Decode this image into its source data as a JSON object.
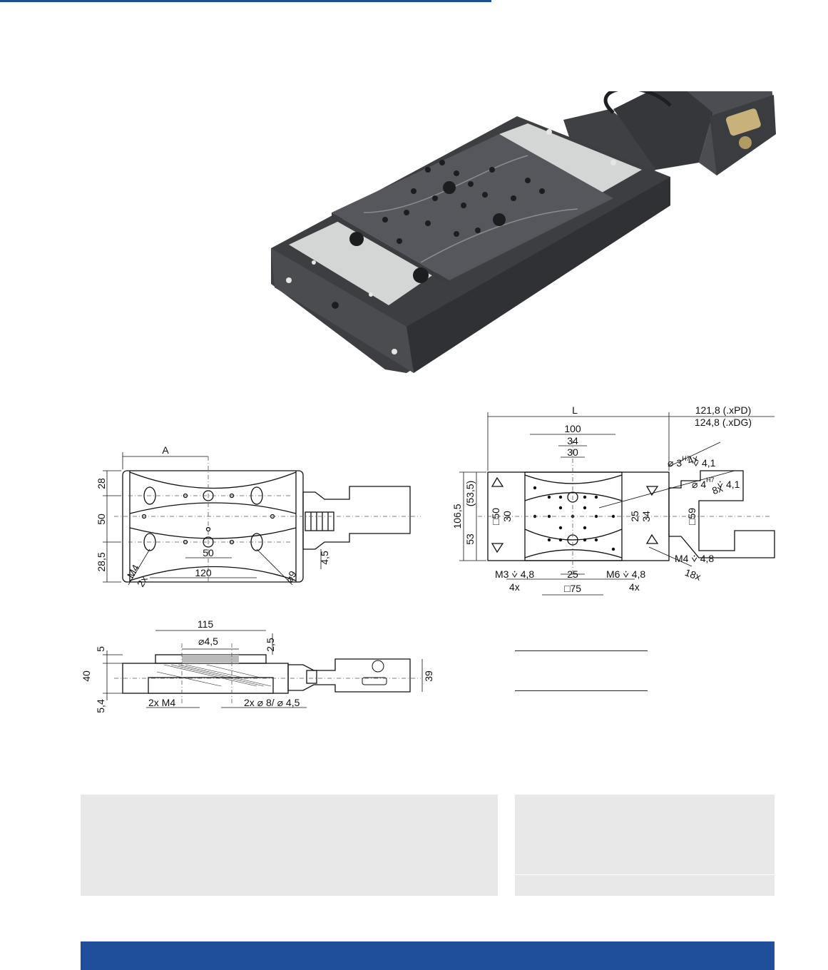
{
  "colors": {
    "accent": "#1f4e9a",
    "panel": "#e8e8e8",
    "stage": "#4a4c50",
    "steel": "#cfd0d0"
  },
  "top_view": {
    "dim_A": "A",
    "dim_28": "28",
    "dim_50_left": "50",
    "dim_28_5": "28,5",
    "dim_50_bottom": "50",
    "dim_120": "120",
    "dim_4_5": "4,5",
    "m4": "M4",
    "m4_count": "2x",
    "dia_9": "9"
  },
  "side_view": {
    "dim_115": "115",
    "dia_4_5": "4,5",
    "dim_2_5": "2,5",
    "dim_5": "5",
    "dim_40": "40",
    "dim_5_4": "5,4",
    "dim_39": "39",
    "m4_label": "2x M4",
    "holes_label_prefix": "2x",
    "holes_8": "8/",
    "holes_4_5": "4,5"
  },
  "bottom_view": {
    "dim_L": "L",
    "dim_121_8": "121,8 (.xPD)",
    "dim_124_8": "124,8 (.xDG)",
    "dim_100": "100",
    "dim_34_top": "34",
    "dim_30_top": "30",
    "h3_dia": "3",
    "h3_fit": "H7",
    "h3_depth": "4,1",
    "h3_count": "4x",
    "h4_dia": "4",
    "h4_fit": "H7",
    "h4_depth": "4,1",
    "h4_count": "8x",
    "dim_106_5": "106,5",
    "dim_53_5": "(53,5)",
    "dim_53": "53",
    "sq_50": "50",
    "dim_30_v": "30",
    "dim_25_v": "25",
    "dim_34_v": "34",
    "sq_59": "59",
    "m4_label": "M4",
    "m4_depth": "4,8",
    "m4_count": "18x",
    "m3_label": "M3",
    "m3_depth": "4,8",
    "m3_count": "4x",
    "dim_25": "25",
    "m6_label": "M6",
    "m6_depth": "4,8",
    "m6_count": "4x",
    "sq_75": "75"
  }
}
